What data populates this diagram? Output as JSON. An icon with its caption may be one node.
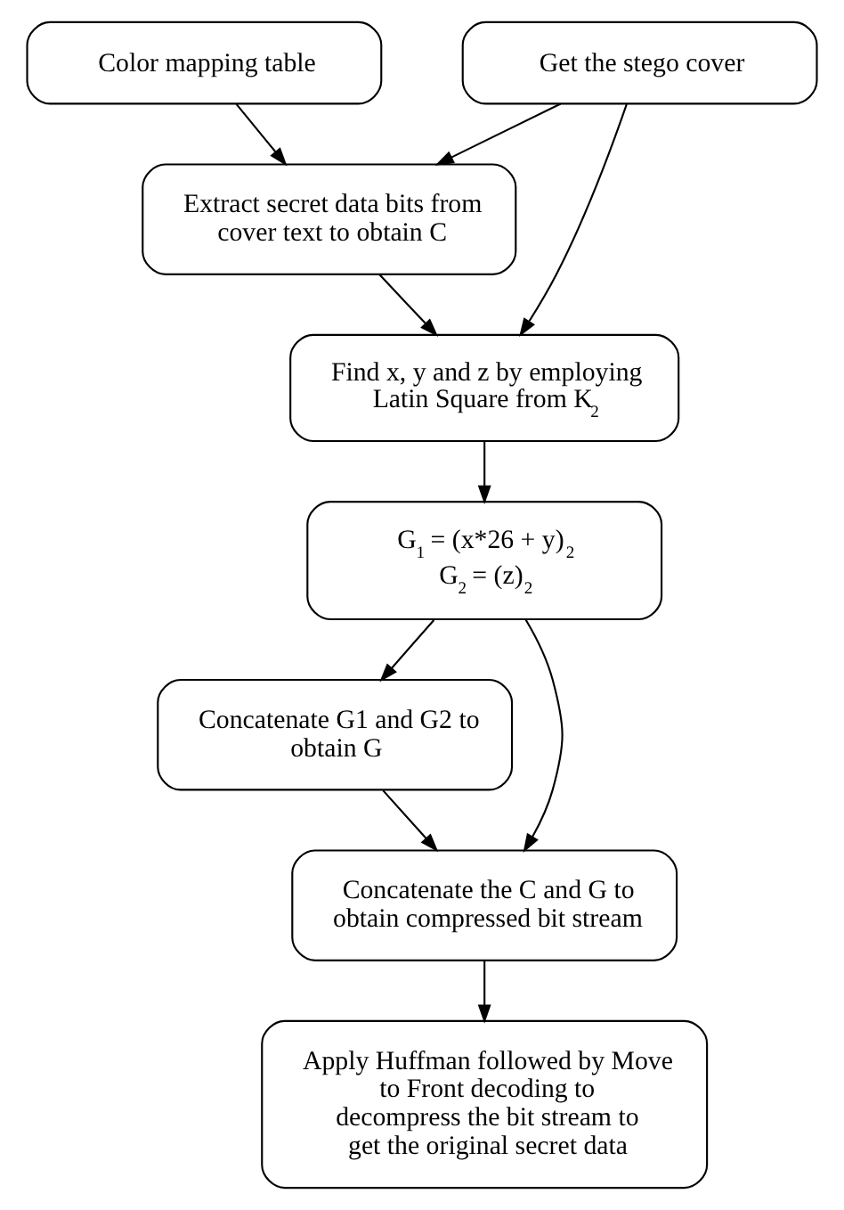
{
  "diagram": {
    "nodes": [
      {
        "text": [
          "Get the stego cover"
        ]
      },
      {
        "text": [
          "Color mapping table"
        ]
      },
      {
        "text": [
          "Extract secret data bits from cover text to obtain C"
        ]
      },
      {
        "text": [
          "Find x, y and z by employing Latin Square from K$_{2}$"
        ]
      },
      {
        "text": [
          "G$_{1}$ = (x*26 + y)$_{2}$",
          "G$_{2}$ = (z)$_{2}$"
        ]
      },
      {
        "text": [
          "Concatenate G1 and G2 to obtain G"
        ]
      },
      {
        "text": [
          "Concatenate the C and G to obtain compressed bit stream"
        ]
      },
      {
        "text": [
          "Apply Huffman followed by Move to Front decoding to decompress the bit stream to get the original secret data"
        ]
      }
    ],
    "edges": [
      {
        "from": 0,
        "to": 2,
        "arrow": "to"
      },
      {
        "from": 1,
        "to": 2,
        "arrow": "to"
      },
      {
        "from": 0,
        "to": 3,
        "arrow": "to"
      },
      {
        "from": 2,
        "to": 3,
        "arrow": "to"
      },
      {
        "from": 3,
        "to": 4,
        "arrow": "to"
      },
      {
        "from": 4,
        "to": 5,
        "arrow": "to"
      },
      {
        "from": 5,
        "to": 6,
        "arrow": "to"
      },
      {
        "from": 4,
        "to": 6,
        "arrow": "to"
      },
      {
        "from": 6,
        "to": 7,
        "arrow": "to"
      }
    ]
  }
}
